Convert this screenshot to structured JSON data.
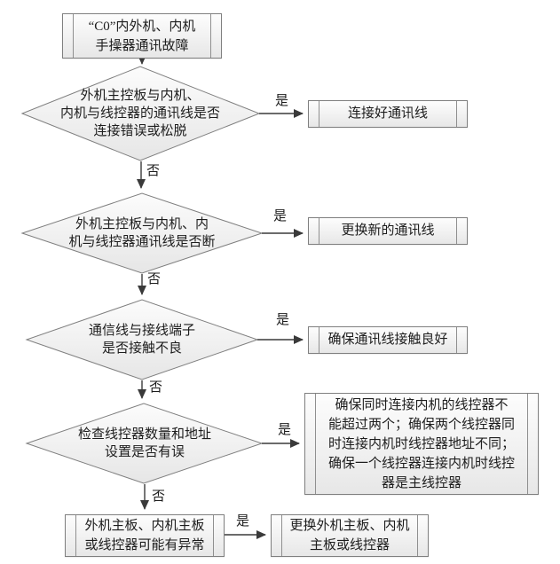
{
  "labels": {
    "yes": "是",
    "no": "否"
  },
  "colors": {
    "background": "#ffffff",
    "shape_border": "#7f7f7f",
    "shape_fill_top": "#fdfdfd",
    "shape_fill_bottom": "#e7e7e7",
    "arrow": "#3a3a3a",
    "text": "#1d1d1d"
  },
  "start": {
    "lines": [
      "“C0”内外机、内机",
      "手操器通讯故障"
    ],
    "text": "“C0”内外机、内机手操器通讯故障"
  },
  "decisions": [
    {
      "lines": [
        "外机主控板与内机、",
        "内机与线控器的通讯线是否",
        "连接错误或松脱"
      ],
      "text": "外机主控板与内机、内机与线控器的通讯线是否连接错误或松脱"
    },
    {
      "lines": [
        "外机主控板与内机、内",
        "机与线控器通讯线是否断"
      ],
      "text": "外机主控板与内机、内机与线控器通讯线是否断"
    },
    {
      "lines": [
        "通信线与接线端子",
        "是否接触不良"
      ],
      "text": "通信线与接线端子是否接触不良"
    },
    {
      "lines": [
        "检查线控器数量和地址",
        "设置是否有误"
      ],
      "text": "检查线控器数量和地址设置是否有误"
    }
  ],
  "actions": [
    {
      "text": "连接好通讯线"
    },
    {
      "text": "更换新的通讯线"
    },
    {
      "text": "确保通讯线接触良好"
    },
    {
      "lines": [
        "确保同时连接内机的线控器不",
        "能超过两个；确保两个线控器同",
        "时连接内机时线控器地址不同；",
        "确保一个线控器连接内机时线控",
        "器是主线控器"
      ],
      "text": "确保同时连接内机的线控器不能超过两个；确保两个线控器同时连接内机时线控器地址不同；确保一个线控器连接内机时线控器是主线控器"
    },
    {
      "lines": [
        "更换外机主板、内机",
        "主板或线控器"
      ],
      "text": "更换外机主板、内机主板或线控器"
    }
  ],
  "fallback": {
    "lines": [
      "外机主板、内机主板",
      "或线控器可能有异常"
    ],
    "text": "外机主板、内机主板或线控器可能有异常"
  }
}
